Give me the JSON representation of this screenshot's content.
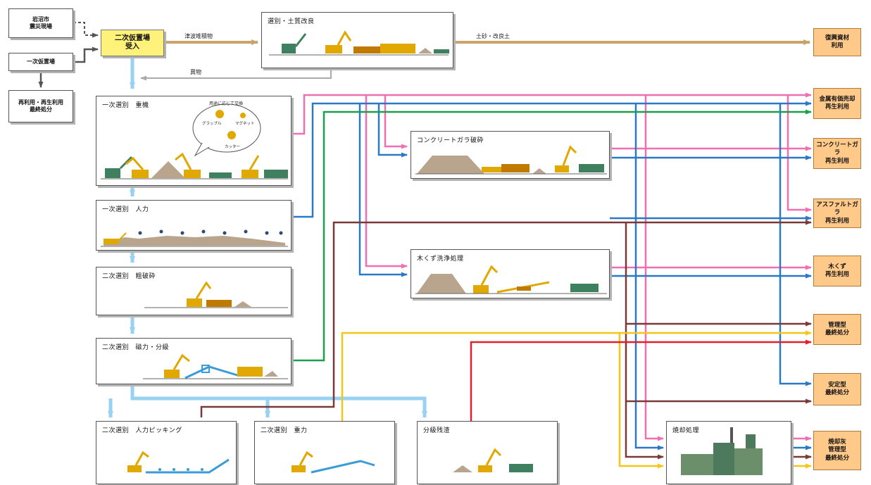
{
  "sources": {
    "disaster_site": "岩沼市\n震災現場",
    "primary_yard": "一次仮置場",
    "reuse_disposal": "再利用・再生利用\n最終処分"
  },
  "accept": "二次仮置場\n受入",
  "processes": {
    "soil": "選別・土質改良",
    "primary_heavy": "一次選別　重機",
    "primary_manual": "一次選別　人力",
    "secondary_crush": "二次選別　粗破砕",
    "secondary_magnetic": "二次選別　磁力・分級",
    "secondary_picking": "二次選別　人力ピッキング",
    "secondary_gravity": "二次選別　重力",
    "classified_residue": "分級残渣",
    "concrete_crush": "コンクリートガラ破砕",
    "wood_wash": "木くず洗浄処理",
    "incineration": "焼却処理"
  },
  "flow_labels": {
    "tsunami_deposit": "津波堆積物",
    "soil_improved": "土砂・改良土",
    "removed": "異物",
    "attachment_note": "用途に応じて交換",
    "grapple": "グラップル",
    "magnet": "マグネット",
    "cutter": "カッター"
  },
  "destinations": {
    "reconstruction": "復興資材\n利用",
    "metal": "金属有価売却\n再生利用",
    "concrete": "コンクリートガラ\n再生利用",
    "asphalt": "アスファルトガラ\n再生利用",
    "wood": "木くず\n再生利用",
    "managed": "管理型\n最終処分",
    "stable": "安定型\n最終処分",
    "ash": "焼却灰\n管理型\n最終処分"
  },
  "colors": {
    "accept_box": "#fff27a",
    "destination_box": "#ffc98a",
    "soil_line": "#c8a46a",
    "light_blue_line": "#98d2f2",
    "pink_line": "#f06fb0",
    "blue_line": "#2a78c8",
    "green_line": "#1aa04a",
    "brown_line": "#7a3a3a",
    "yellow_line": "#f5c518",
    "red_line": "#e0202a",
    "machine_yellow": "#e0a800",
    "machine_green": "#3f8060",
    "earth_pile": "#b9a58e"
  }
}
